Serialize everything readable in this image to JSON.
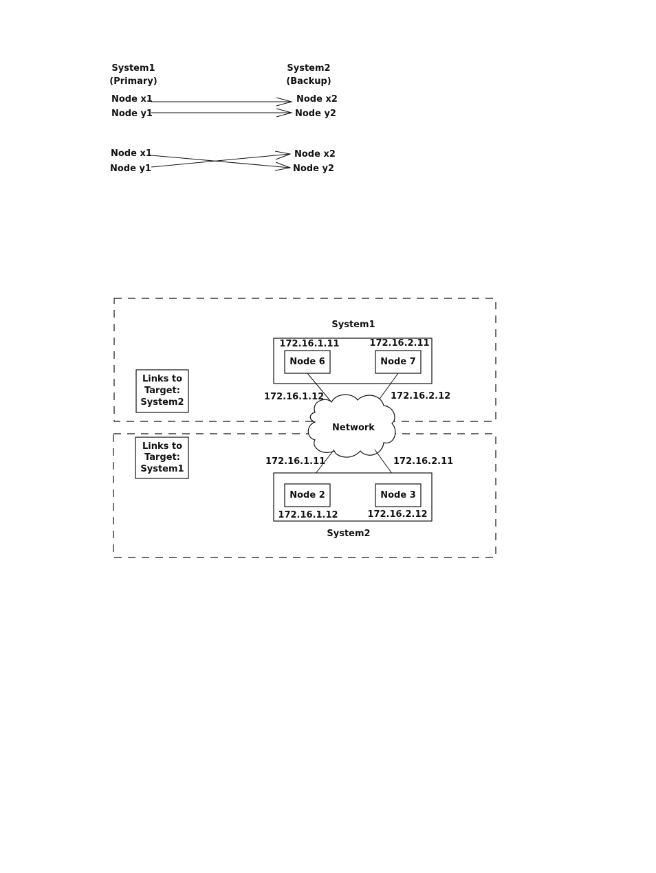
{
  "mapping": {
    "left_header": [
      "System1",
      "(Primary)"
    ],
    "right_header": [
      "System2",
      "(Backup)"
    ],
    "straight": {
      "left": [
        "Node x1",
        "Node y1"
      ],
      "right": [
        "Node x2",
        "Node y2"
      ]
    },
    "crossed": {
      "left": [
        "Node x1",
        "Node y1"
      ],
      "right": [
        "Node x2",
        "Node y2"
      ]
    }
  },
  "topology": {
    "system1": {
      "title": "System1",
      "links_label": [
        "Links to",
        "Target:",
        "System2"
      ],
      "node_left": {
        "name": "Node 6",
        "ip_inner": "172.16.1.11",
        "ip_outer": "172.16.1.12"
      },
      "node_right": {
        "name": "Node 7",
        "ip_inner": "172.16.2.11",
        "ip_outer": "172.16.2.12"
      }
    },
    "network_label": "Network",
    "system2": {
      "title": "System2",
      "links_label": [
        "Links to",
        "Target:",
        "System1"
      ],
      "node_left": {
        "name": "Node 2",
        "ip_outer": "172.16.1.11",
        "ip_inner": "172.16.1.12"
      },
      "node_right": {
        "name": "Node 3",
        "ip_outer": "172.16.2.11",
        "ip_inner": "172.16.2.12"
      }
    }
  }
}
